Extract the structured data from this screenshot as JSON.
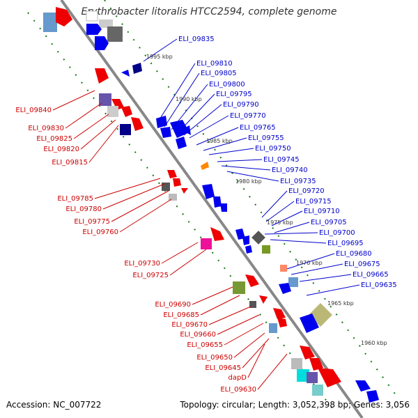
{
  "title": "Erythrobacter litoralis HTCC2594, complete genome",
  "accession_text": "Accession: NC_007722",
  "topology_text": "Topology: circular; Length: 3,052,398 bp; Genes: 3,056",
  "kbp_markers": [
    "1995 kbp",
    "1990 kbp",
    "1985 kbp",
    "1980 kbp",
    "1975 kbp",
    "1970 kbp",
    "1965 kbp",
    "1960 kbp"
  ],
  "right_labels": [
    "ELI_09835",
    "ELI_09810",
    "ELI_09805",
    "ELI_09800",
    "ELI_09795",
    "ELI_09790",
    "ELI_09770",
    "ELI_09765",
    "ELI_09755",
    "ELI_09750",
    "ELI_09745",
    "ELI_09740",
    "ELI_09735",
    "ELI_09720",
    "ELI_09715",
    "ELI_09710",
    "ELI_09705",
    "ELI_09700",
    "ELI_09695",
    "ELI_09680",
    "ELI_09675",
    "ELI_09665",
    "ELI_09635"
  ],
  "left_labels": [
    "ELI_09840",
    "ELI_09830",
    "ELI_09825",
    "ELI_09820",
    "ELI_09815",
    "ELI_09785",
    "ELI_09780",
    "ELI_09775",
    "ELI_09760",
    "ELI_09730",
    "ELI_09725",
    "ELI_09690",
    "ELI_09685",
    "ELI_09670",
    "ELI_09660",
    "ELI_09655",
    "ELI_09650",
    "ELI_09645",
    "dapD",
    "ELI_09630"
  ],
  "colors": {
    "right_label": "#0000cc",
    "left_label": "#cc0000",
    "backbone": "#888888",
    "tick_dots": "#117711"
  }
}
